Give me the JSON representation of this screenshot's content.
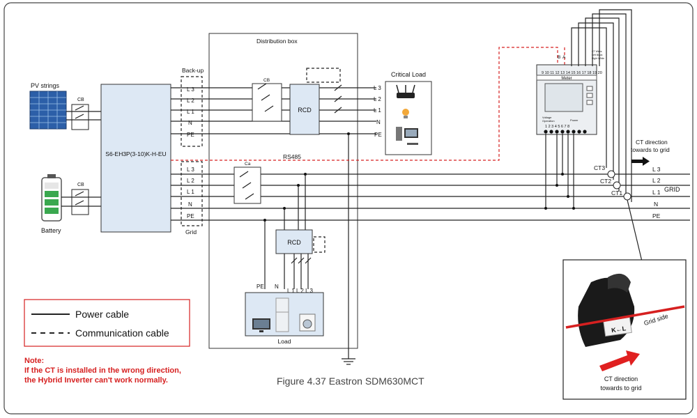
{
  "labels": {
    "pv_strings": "PV strings",
    "battery": "Battery",
    "cb": "CB",
    "cb_grid": "Ca",
    "inverter": "S6-EH3P(3-10)K-H-EU",
    "backup": "Back-up",
    "grid_port": "Grid",
    "distribution_box": "Distribution box",
    "critical_load": "Critical Load",
    "rcd": "RCD",
    "load": "Load",
    "rs485": "RS485",
    "meter": "Meter",
    "meter_b": "B",
    "meter_a": "A",
    "meter_top_pins": "9 10 11 12 13 14 15 16 17 18 19 20",
    "meter_bottom_pins": "1  2  3  4  5  6  7  8",
    "meter_voltage": "Voltage",
    "meter_operation": "Operation",
    "meter_power": "Power",
    "meter_ct_note_1": "CT Wires",
    "meter_ct_note_2": "Left Black",
    "meter_ct_note_3": "Right White",
    "ct_direction_top": "CT direction",
    "ct_towards_top": "towards to grid",
    "ct1": "CT1",
    "ct2": "CT2",
    "ct3": "CT3",
    "grid": "GRID",
    "grid_side": "Grid side",
    "kl": "K←L",
    "ct_direction_bottom": "CT direction",
    "ct_towards_bottom": "towards to grid",
    "pe": "PE",
    "n": "N",
    "l1": "L 1",
    "l2": "L 2",
    "l3": "L 3",
    "load_l_terminals": "L 1 L 2 L 3"
  },
  "legend": {
    "power_cable": "Power cable",
    "communication_cable": "Communication cable"
  },
  "note": {
    "title": "Note",
    "line1": "If the CT is installed in the wrong direction,",
    "line2": "the Hybrid Inverter can't work normally."
  },
  "caption": "Figure 4.37 Eastron SDM630MCT",
  "colors": {
    "note_red": "#d62020",
    "box_fill": "#dde8f4",
    "frame": "#444444",
    "ct_clamp": "#1a1a1a"
  }
}
